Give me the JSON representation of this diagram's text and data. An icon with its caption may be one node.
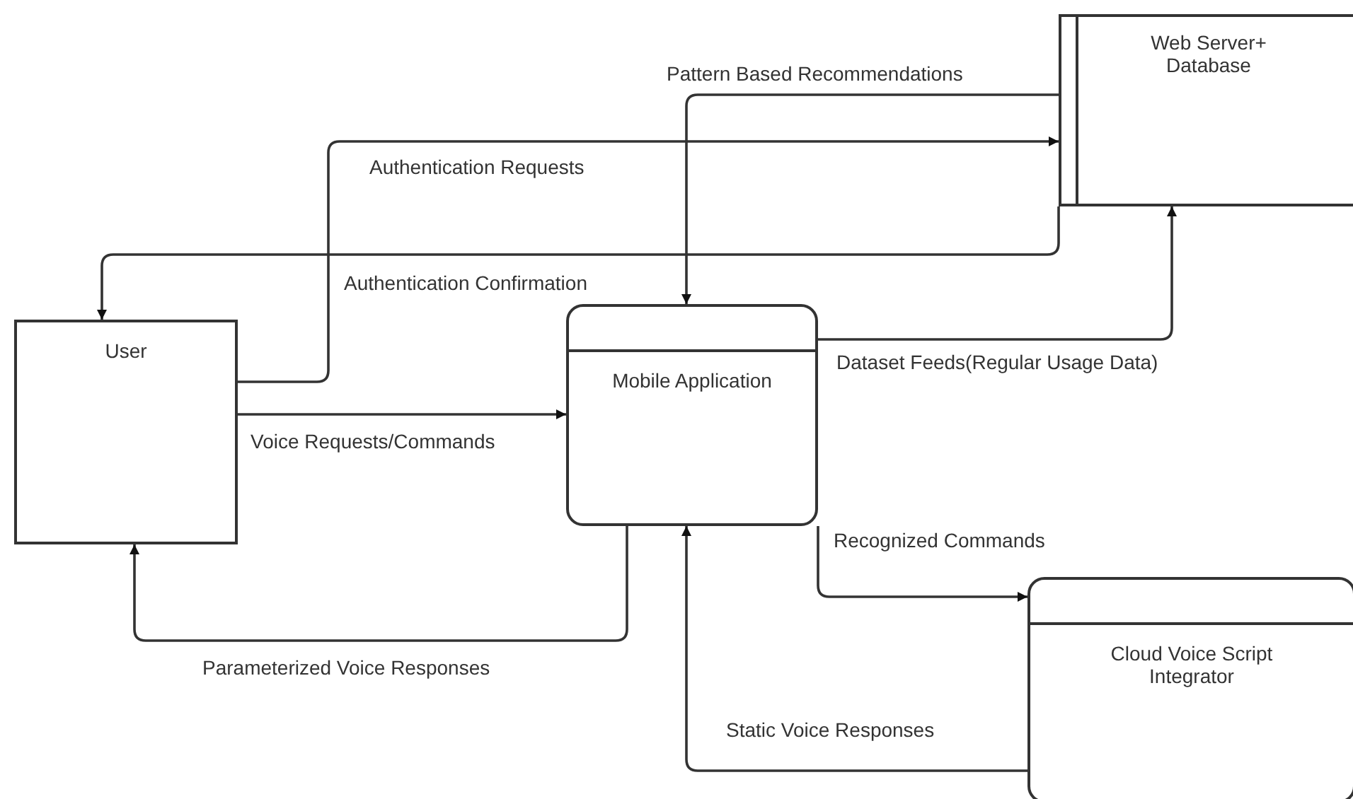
{
  "diagram": {
    "nodes": [
      {
        "text": [
          "Web Server+ Database"
        ]
      },
      {
        "text": [
          "User"
        ]
      },
      {
        "text": [
          "Mobile Application"
        ]
      },
      {
        "text": [
          "Cloud Voice Script Integrator"
        ]
      }
    ],
    "edges": [
      {
        "from": 1,
        "to": 0,
        "arrow": "to",
        "label": "Authentication Requests"
      },
      {
        "from": 0,
        "to": 1,
        "arrow": "to",
        "label": "Authentication Confirmation"
      },
      {
        "from": 0,
        "to": 2,
        "arrow": "to",
        "label": "Pattern Based Recommendations"
      },
      {
        "from": 1,
        "to": 2,
        "arrow": "to",
        "label": "Voice Requests/Commands"
      },
      {
        "from": 2,
        "to": 0,
        "arrow": "to",
        "label": "Dataset Feeds(Regular Usage Data)"
      },
      {
        "from": 2,
        "to": 1,
        "arrow": "to",
        "label": "Parameterized Voice Responses"
      },
      {
        "from": 2,
        "to": 3,
        "arrow": "to",
        "label": "Recognized Commands"
      },
      {
        "from": 3,
        "to": 2,
        "arrow": "to",
        "label": "Static Voice Responses"
      }
    ]
  }
}
